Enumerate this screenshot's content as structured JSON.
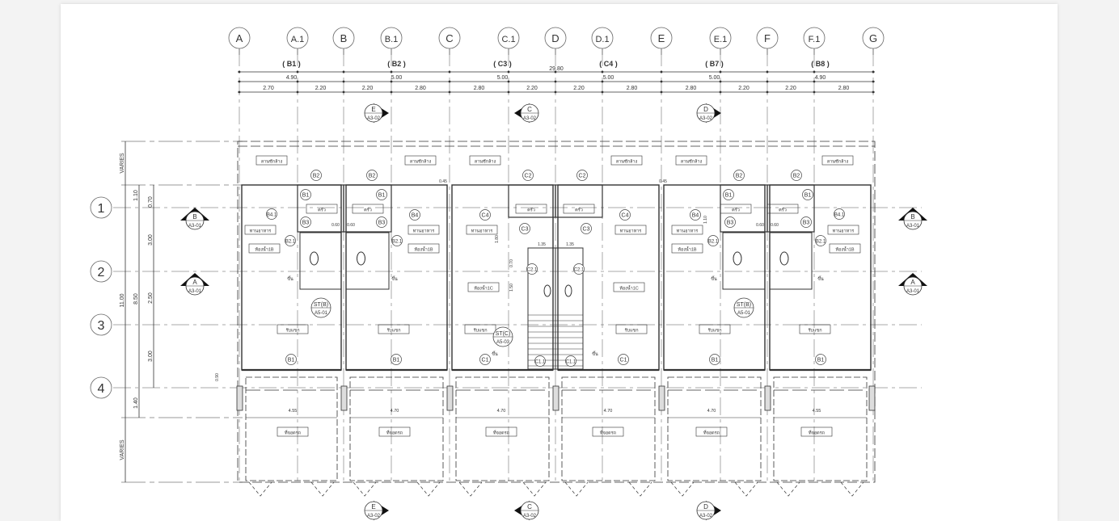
{
  "drawing": {
    "grid_columns": [
      "A",
      "A.1",
      "B",
      "B.1",
      "C",
      "C.1",
      "D",
      "D.1",
      "E",
      "E.1",
      "F",
      "F.1",
      "G"
    ],
    "grid_rows": [
      "1",
      "2",
      "3",
      "4"
    ],
    "unit_labels": [
      "( B1 )",
      "( B2 )",
      "( C3 )",
      "( C4 )",
      "( B7 )",
      "( B8 )"
    ],
    "overall_width": "29.80",
    "module_widths": [
      "4.90",
      "5.00",
      "5.00",
      "5.00",
      "5.00",
      "4.90"
    ],
    "sub_widths": [
      "2.70",
      "2.20",
      "2.20",
      "2.80",
      "2.80",
      "2.20",
      "2.20",
      "2.80",
      "2.80",
      "2.20",
      "2.20",
      "2.80"
    ],
    "vertical_dims": {
      "varies_top": "VARIES",
      "overall": "11.00",
      "main": "8.50",
      "d1": "1.10",
      "d2": "0.70",
      "d3": "3.00",
      "d4": "2.50",
      "d5": "3.00",
      "d6": "1.40",
      "varies_bottom": "VARIES",
      "d7": "0.90"
    },
    "rooms": {
      "laundry": "ลานซักล้าง",
      "kitchen": "ครัว",
      "dining": "ทานอาหาร",
      "bath_1b": "ห้องน้ำ1B",
      "bath_1c": "ห้องน้ำ1C",
      "living": "รับแขก",
      "parking": "ที่จอดรถ",
      "up": "ขึ้น"
    },
    "parking_widths": [
      "4.55",
      "4.70",
      "4.70",
      "4.70",
      "4.70",
      "4.55"
    ],
    "stair_dims": [
      "1.35",
      "1.35",
      "0.70",
      "1.50",
      "1.80"
    ],
    "misc_dims": [
      "0.60",
      "0.60",
      "0.45",
      "0.45",
      "1.10"
    ],
    "section_markers": [
      {
        "letter": "E",
        "sheet": "A3-02"
      },
      {
        "letter": "C",
        "sheet": "A3-02"
      },
      {
        "letter": "D",
        "sheet": "A3-02"
      },
      {
        "letter": "B",
        "sheet": "A3-01"
      },
      {
        "letter": "A",
        "sheet": "A3-01"
      }
    ],
    "stair_tags": [
      {
        "name": "ST(B)",
        "sheet": "A5-01"
      },
      {
        "name": "ST(C)",
        "sheet": "A5-03"
      }
    ],
    "window_tags": [
      "B1",
      "B2",
      "B3",
      "B4",
      "B4.1",
      "B2.1",
      "C1",
      "C2",
      "C3",
      "C4",
      "C1.1",
      "C2.1"
    ]
  }
}
